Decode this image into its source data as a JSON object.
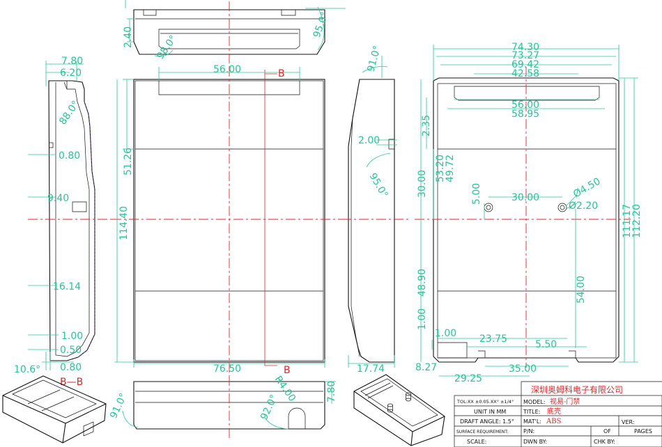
{
  "dims": {
    "top_240": "2.40",
    "top_980": "98.0°",
    "top_950": "95.0°",
    "sec_780": "7.80",
    "sec_620": "6.20",
    "sec_880": "88.0°",
    "sec_080a": "0.80",
    "sec_940": "9.40",
    "sec_1614": "16.14",
    "sec_100": "1.00",
    "sec_050": "0.50",
    "sec_080b": "0.80",
    "sec_106": "10.6°",
    "front_5600": "56.00",
    "front_5126": "51.26",
    "front_11440": "114.40",
    "front_7650": "76.50",
    "side_910": "91.0°",
    "side_200": "2.00",
    "side_950": "95.0°",
    "side_1774": "17.74",
    "bot_910": "91.0°",
    "bot_920": "92.0°",
    "bot_r400": "R4.00",
    "bot_780": "7.80",
    "in_7430": "74.30",
    "in_7327": "73.27",
    "in_6942": "69.42",
    "in_4258": "42.58",
    "in_5600": "56.00",
    "in_5895": "58.95",
    "in_235": "2.35",
    "in_5320": "53.20",
    "in_4972": "49.72",
    "in_3000v": "30.00",
    "in_500": "5.00",
    "in_3000h": "30.00",
    "in_d450": "Ø4.50",
    "in_d220": "Ø2.20",
    "in_4890": "48.90",
    "in_5400": "54.00",
    "in_11117": "111.17",
    "in_11220": "112.20",
    "in_100v": "1.00",
    "in_100h": "1.00",
    "in_2375": "23.75",
    "in_550": "5.50",
    "in_827": "8.27",
    "in_2925": "29.25",
    "in_3500": "35.00"
  },
  "section": {
    "b_top": "B",
    "b_bottom": "B",
    "label": "B—B"
  },
  "title_block": {
    "company": "深圳奥姆科电子有限公司",
    "tol": "TOL:XX ±0.05.XX° ±1/4°",
    "model_label": "MODEL:",
    "model_value": "视易-门禁",
    "unit": "UNIT IN MM",
    "title_label": "TITLE:",
    "title_value": "底壳",
    "draft": "DRAFT ANGLE: 1.5°",
    "mat_label": "MAT'L:",
    "mat_value": "ABS",
    "ver_label": "VER:",
    "surface": "SURFACE REQUIREMENT:",
    "pn_label": "P/N:",
    "of_label": "OF",
    "pages_label": "PAGES",
    "scale_label": "SCALE:",
    "dwn_label": "DWN BY:",
    "chk_label": "CHK BY:"
  },
  "colors": {
    "dimension": "#2bc29a",
    "centerline": "#e0262b",
    "outline": "#111111"
  }
}
